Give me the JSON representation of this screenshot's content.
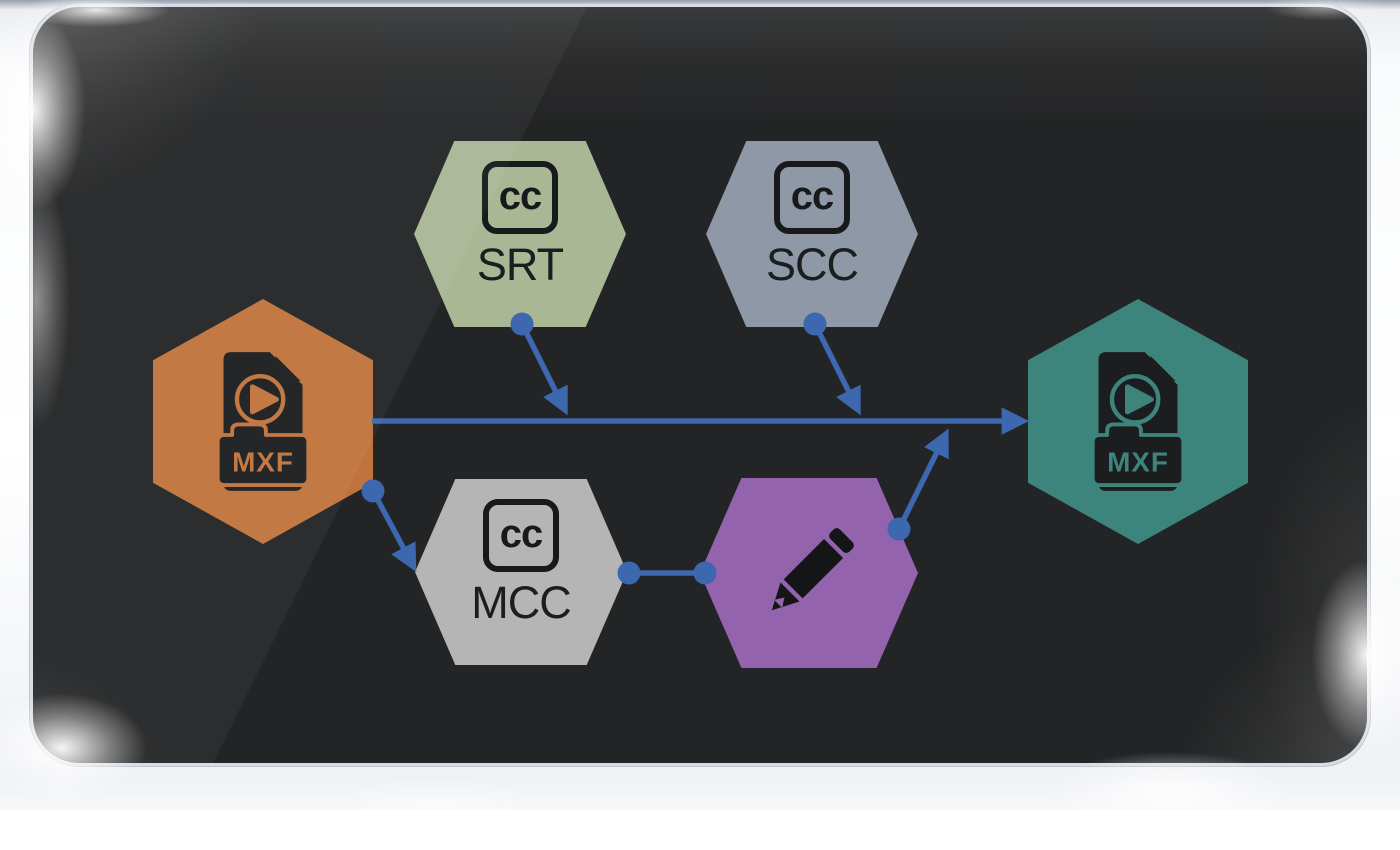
{
  "panel": {
    "background": "#232425",
    "frame_color": "#d9dce2"
  },
  "connector": {
    "color": "#3d68af"
  },
  "nodes": {
    "input_mxf": {
      "shape": "hexagon",
      "color": "#c0733c",
      "icon": "mxf-video-file-icon",
      "label": "MXF"
    },
    "srt": {
      "shape": "hexagon",
      "color": "#a9b795",
      "icon": "closed-captions-icon",
      "icon_text": "cc",
      "label": "SRT"
    },
    "scc": {
      "shape": "hexagon",
      "color": "#8e98a7",
      "icon": "closed-captions-icon",
      "icon_text": "cc",
      "label": "SCC"
    },
    "mcc": {
      "shape": "hexagon",
      "color": "#b5b5b6",
      "icon": "closed-captions-icon",
      "icon_text": "cc",
      "label": "MCC"
    },
    "editor": {
      "shape": "hexagon",
      "color": "#9463ad",
      "icon": "pencil-icon"
    },
    "output_mxf": {
      "shape": "hexagon",
      "color": "#3d857c",
      "icon": "mxf-video-file-icon",
      "label": "MXF"
    }
  },
  "connections": [
    {
      "from": "input_mxf",
      "to": "output_mxf",
      "type": "arrow"
    },
    {
      "from": "srt",
      "to": "main-line",
      "type": "arrow"
    },
    {
      "from": "scc",
      "to": "main-line",
      "type": "arrow"
    },
    {
      "from": "input_mxf",
      "to": "mcc",
      "type": "arrow"
    },
    {
      "from": "mcc",
      "to": "editor",
      "type": "line"
    },
    {
      "from": "editor",
      "to": "main-line",
      "type": "arrow"
    }
  ]
}
